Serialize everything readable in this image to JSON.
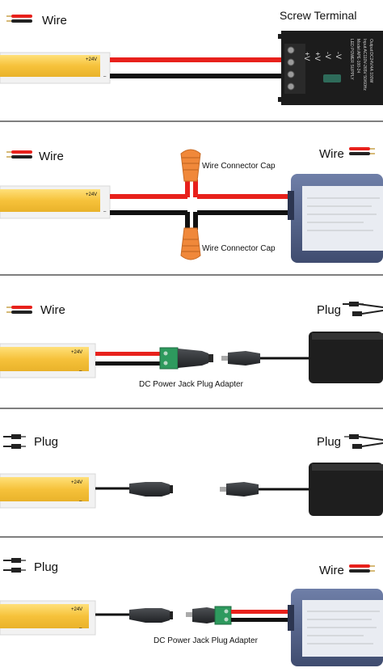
{
  "panels": [
    {
      "id": 1,
      "left_label": "Wire",
      "right_label": "Screw Terminal",
      "strip_label": "+24V",
      "psu_text": [
        "LED POWER SUPPLY",
        "Model:APE-100-24",
        "Input:AC110V-265V 50/60Hz",
        "Output:DC24V/4A 100W"
      ],
      "terminal_marks": [
        "+V",
        "+V",
        "-V",
        "-V"
      ]
    },
    {
      "id": 2,
      "left_label": "Wire",
      "right_label": "Wire",
      "strip_label": "+24V",
      "connector_top_label": "Wire Connector Cap",
      "connector_bottom_label": "Wire Connector Cap"
    },
    {
      "id": 3,
      "left_label": "Wire",
      "right_label": "Plug",
      "strip_label": "+24V",
      "adapter_label": "DC Power Jack Plug Adapter"
    },
    {
      "id": 4,
      "left_label": "Plug",
      "right_label": "Plug",
      "strip_label": "+24V"
    },
    {
      "id": 5,
      "left_label": "Plug",
      "right_label": "Wire",
      "strip_label": "+24V",
      "adapter_label": "DC Power Jack Plug Adapter"
    }
  ],
  "colors": {
    "strip": "#f6c23b",
    "red_wire": "#e8211c",
    "black_wire": "#111111",
    "connector_cap": "#f0883a",
    "psu_body": "#4c5a80",
    "adapter_green": "#2e9a5e",
    "divider": "#444444"
  }
}
